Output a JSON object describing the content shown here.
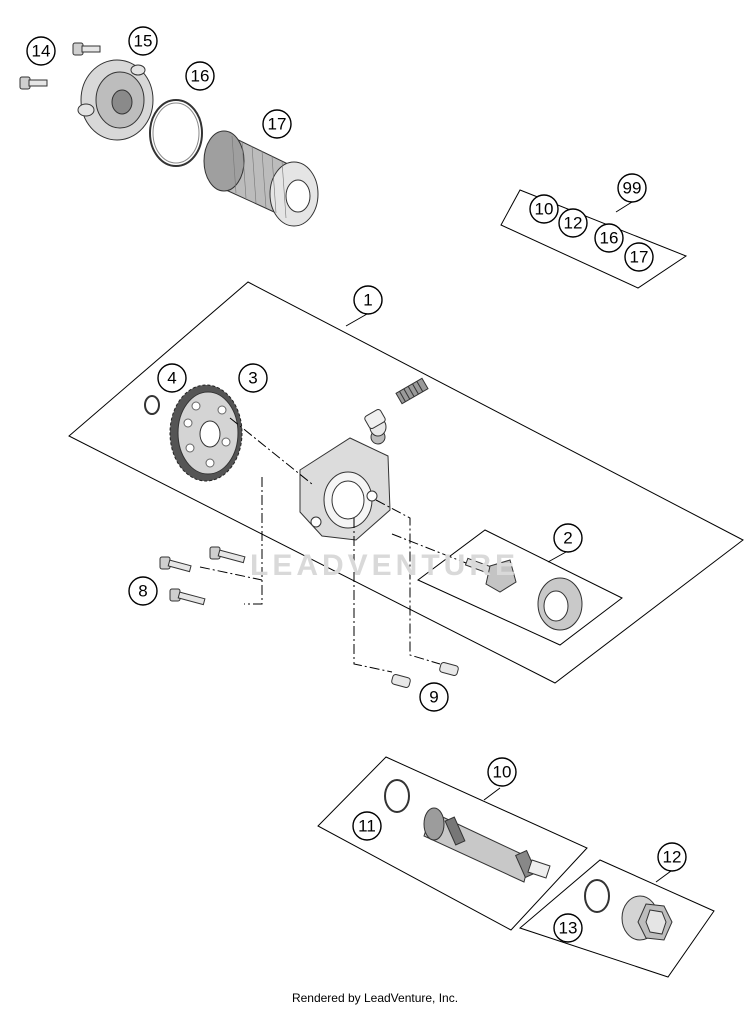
{
  "callouts": [
    "1",
    "2",
    "3",
    "4",
    "8",
    "9",
    "10",
    "11",
    "12",
    "13",
    "14",
    "15",
    "16",
    "17"
  ],
  "kit": {
    "number": "99",
    "items": [
      "10",
      "12",
      "16",
      "17"
    ]
  },
  "watermark": "LEADVENTURE",
  "footer": "Rendered by LeadVenture, Inc.",
  "colors": {
    "line": "#000000",
    "part": "#d0d0d0",
    "part_dark": "#8a8a8a",
    "background": "#ffffff"
  }
}
